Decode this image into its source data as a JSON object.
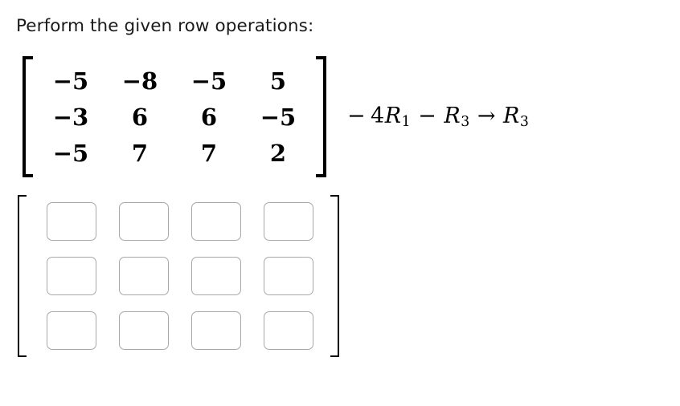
{
  "prompt": {
    "text": "Perform the given row operations:"
  },
  "given_matrix": {
    "rows": [
      [
        "−5",
        "−8",
        "−5",
        "5"
      ],
      [
        "−3",
        "6",
        "6",
        "−5"
      ],
      [
        "−5",
        "7",
        "7",
        "2"
      ]
    ],
    "bracket_left": "[",
    "bracket_right": "]"
  },
  "row_operation": {
    "full_text": "− 4R₁ − R₃ → R₃",
    "minus_1": "−",
    "coefficient": "4",
    "source_row_symbol": "R",
    "source_row_index": "1",
    "minus_2": "−",
    "second_row_symbol": "R",
    "second_row_index": "3",
    "arrow": "→",
    "target_row_symbol": "R",
    "target_row_index": "3"
  },
  "answer_matrix": {
    "rows": 3,
    "cols": 4,
    "bracket_left": "[",
    "bracket_right": "]",
    "cells": [
      [
        {
          "value": "",
          "placeholder": ""
        },
        {
          "value": "",
          "placeholder": ""
        },
        {
          "value": "",
          "placeholder": ""
        },
        {
          "value": "",
          "placeholder": ""
        }
      ],
      [
        {
          "value": "",
          "placeholder": ""
        },
        {
          "value": "",
          "placeholder": ""
        },
        {
          "value": "",
          "placeholder": ""
        },
        {
          "value": "",
          "placeholder": ""
        }
      ],
      [
        {
          "value": "",
          "placeholder": ""
        },
        {
          "value": "",
          "placeholder": ""
        },
        {
          "value": "",
          "placeholder": ""
        },
        {
          "value": "",
          "placeholder": ""
        }
      ]
    ]
  },
  "colors": {
    "background": "#ffffff",
    "text": "#000000",
    "input_border": "#a8a8a8"
  }
}
